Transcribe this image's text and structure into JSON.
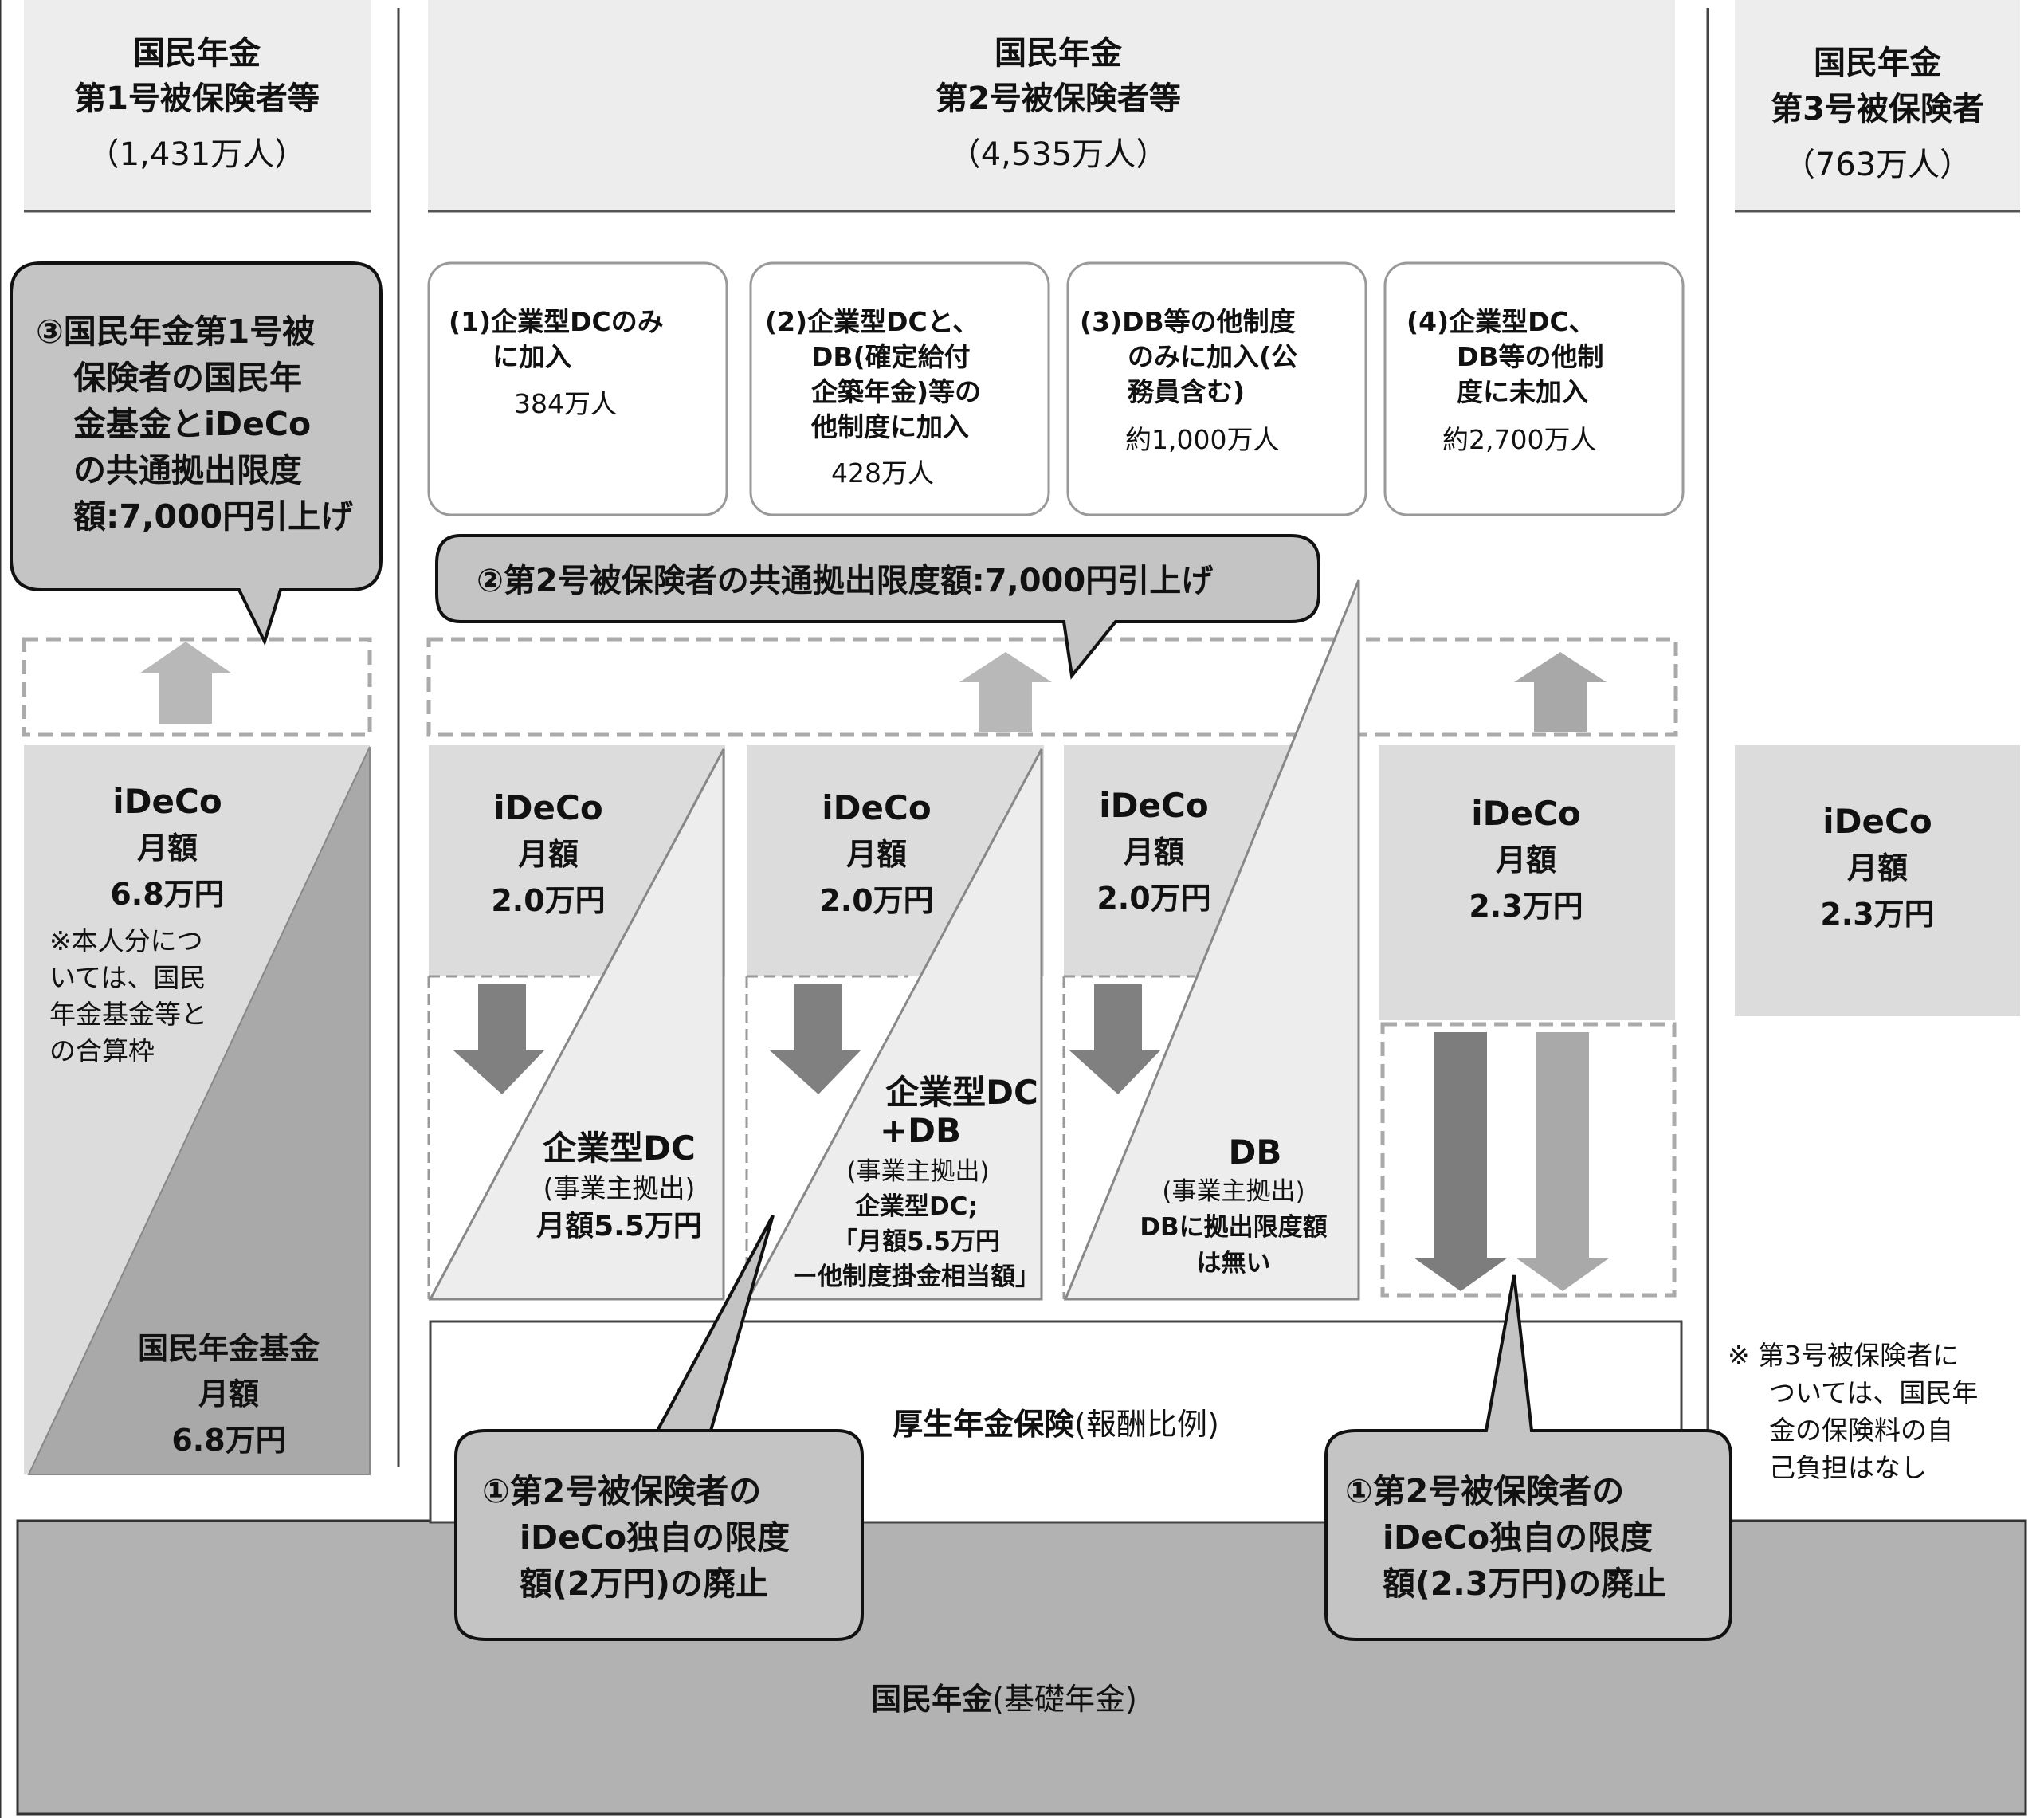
{
  "headers": {
    "group1": {
      "title1": "国民年金",
      "title2": "第1号被保険者等",
      "count": "（1,431万人）"
    },
    "group2": {
      "title1": "国民年金",
      "title2": "第2号被保険者等",
      "count": "（4,535万人）"
    },
    "group3": {
      "title1": "国民年金",
      "title2": "第3号被保険者",
      "count": "（763万人）"
    }
  },
  "categories": [
    {
      "lines": [
        "(1)企業型DCのみ",
        "に加入"
      ],
      "count": "384万人"
    },
    {
      "lines": [
        "(2)企業型DCと、",
        "DB(確定給付",
        "企築年金)等の",
        "他制度に加入"
      ],
      "count": "428万人"
    },
    {
      "lines": [
        "(3)DB等の他制度",
        "のみに加入(公",
        "務員含む)"
      ],
      "count": "約1,000万人"
    },
    {
      "lines": [
        "(4)企業型DC、",
        "DB等の他制",
        "度に未加入"
      ],
      "count": "約2,700万人"
    }
  ],
  "callouts": {
    "c3": {
      "lines": [
        "③国民年金第1号被",
        "保険者の国民年",
        "金基金とiDeCo",
        "の共通拠出限度",
        "額:7,000円引上げ"
      ]
    },
    "c2": {
      "text": "②第2号被保険者の共通拠出限度額:7,000円引上げ"
    },
    "c1a": {
      "lines": [
        "①第2号被保険者の",
        "iDeCo独自の限度",
        "額(2万円)の廃止"
      ]
    },
    "c1b": {
      "lines": [
        "①第2号被保険者の",
        "iDeCo独自の限度",
        "額(2.3万円)の廃止"
      ]
    }
  },
  "ideco": {
    "group1": {
      "title": "iDeCo",
      "label": "月額",
      "amount": "6.8万円",
      "note": [
        "※本人分につ",
        "いては、国民",
        "年金基金等と",
        "の合算枠"
      ]
    },
    "col1": {
      "title": "iDeCo",
      "label": "月額",
      "amount": "2.0万円"
    },
    "col2": {
      "title": "iDeCo",
      "label": "月額",
      "amount": "2.0万円"
    },
    "col3": {
      "title": "iDeCo",
      "label": "月額",
      "amount": "2.0万円"
    },
    "col4": {
      "title": "iDeCo",
      "label": "月額",
      "amount": "2.3万円"
    },
    "group3": {
      "title": "iDeCo",
      "label": "月額",
      "amount": "2.3万円"
    }
  },
  "fund": {
    "title": "国民年金基金",
    "label": "月額",
    "amount": "6.8万円"
  },
  "employer": {
    "col1": {
      "title": "企業型DC",
      "sub": "(事業主拠出)",
      "amount": "月額5.5万円"
    },
    "col2": {
      "title1": "企業型DC",
      "title2": "+DB",
      "sub": "(事業主拠出)",
      "detail": [
        "企業型DC;",
        "「月額5.5万円",
        "ー他制度掛金相当額」"
      ]
    },
    "col3": {
      "title": "DB",
      "sub": "(事業主拠出)",
      "detail": [
        "DBに拠出限度額",
        "は無い"
      ]
    }
  },
  "kosei": {
    "bold": "厚生年金保険",
    "normal": "(報酬比例)"
  },
  "kokumin": {
    "bold": "国民年金",
    "normal": "(基礎年金)"
  },
  "note3": {
    "lines": [
      "※ 第3号被保険者に",
      "ついては、国民年",
      "金の保険料の自",
      "己負担はなし"
    ]
  }
}
